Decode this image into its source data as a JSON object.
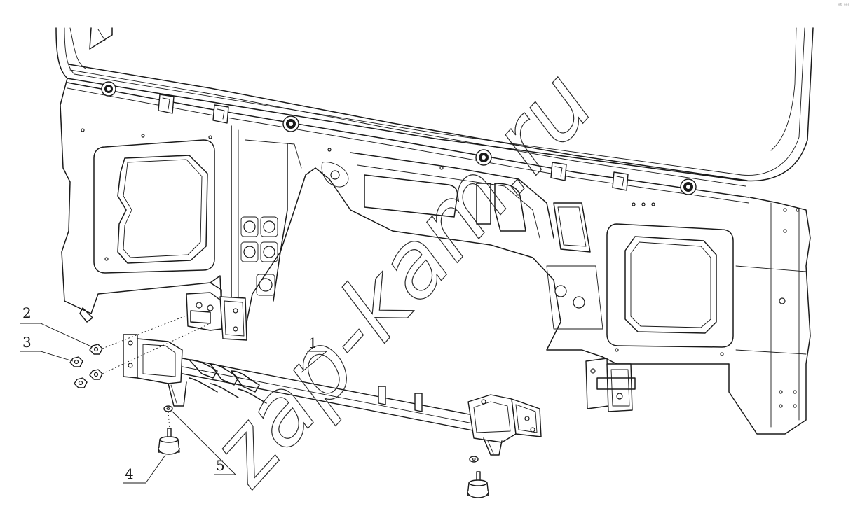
{
  "diagram": {
    "callouts": [
      {
        "id": "1",
        "label": "1"
      },
      {
        "id": "2",
        "label": "2"
      },
      {
        "id": "3",
        "label": "3"
      },
      {
        "id": "4",
        "label": "4"
      },
      {
        "id": "5",
        "label": "5"
      }
    ],
    "watermark": "zap-kam.ru",
    "corner_mark": "ᵃᵇ ᵃᵃᵃ"
  }
}
